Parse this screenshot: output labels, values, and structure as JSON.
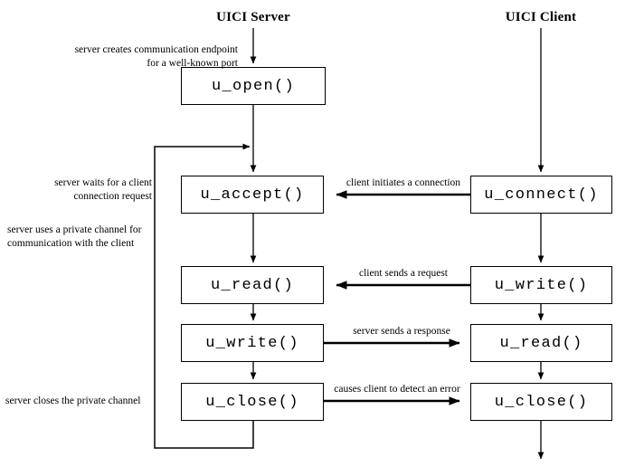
{
  "diagram": {
    "title_left": "UICI Server",
    "title_right": "UICI Client",
    "server": {
      "steps": [
        {
          "label": "u_open()"
        },
        {
          "label": "u_accept()"
        },
        {
          "label": "u_read()"
        },
        {
          "label": "u_write()"
        },
        {
          "label": "u_close()"
        }
      ]
    },
    "client": {
      "steps": [
        {
          "label": "u_connect()"
        },
        {
          "label": "u_write()"
        },
        {
          "label": "u_read()"
        },
        {
          "label": "u_close()"
        }
      ]
    },
    "left_annotations": [
      {
        "line1": "server creates communication endpoint",
        "line2": "for a well-known port"
      },
      {
        "line1": "server waits for a client",
        "line2": "connection request"
      },
      {
        "line1": "server uses a private channel for",
        "line2": "communication with the client"
      },
      {
        "line1": "server closes the private channel",
        "line2": ""
      }
    ],
    "middle_labels": [
      {
        "text": "client initiates a connection",
        "direction": "client-to-server"
      },
      {
        "text": "client sends a request",
        "direction": "client-to-server"
      },
      {
        "text": "server sends a response",
        "direction": "server-to-client"
      },
      {
        "text": "causes client to detect an error",
        "direction": "server-to-client"
      }
    ],
    "colors": {
      "stroke": "#000000",
      "background": "#ffffff",
      "text": "#000000"
    }
  }
}
